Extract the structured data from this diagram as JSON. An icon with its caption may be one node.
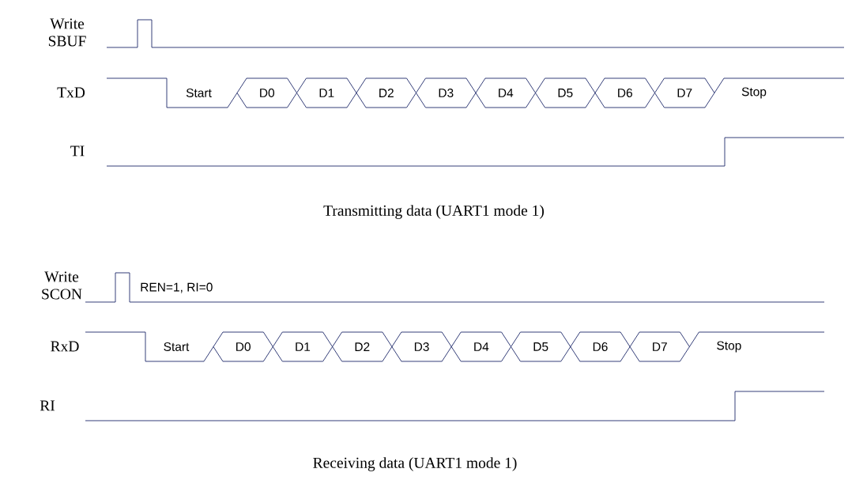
{
  "diagram": {
    "labels": [
      "Write SBUF",
      "TxD",
      "Start",
      "D0",
      "D1",
      "D2",
      "D3",
      "D4",
      "D5",
      "D6",
      "D7",
      "Stop",
      "TI",
      "Transmitting data (UART1 mode 1)",
      "Write SCON",
      "REN=1, RI=0",
      "RxD",
      "Start",
      "D0",
      "D1",
      "D2",
      "D3",
      "D4",
      "D5",
      "D6",
      "D7",
      "Stop",
      "RI",
      "Receiving data (UART1 mode 1)"
    ]
  }
}
